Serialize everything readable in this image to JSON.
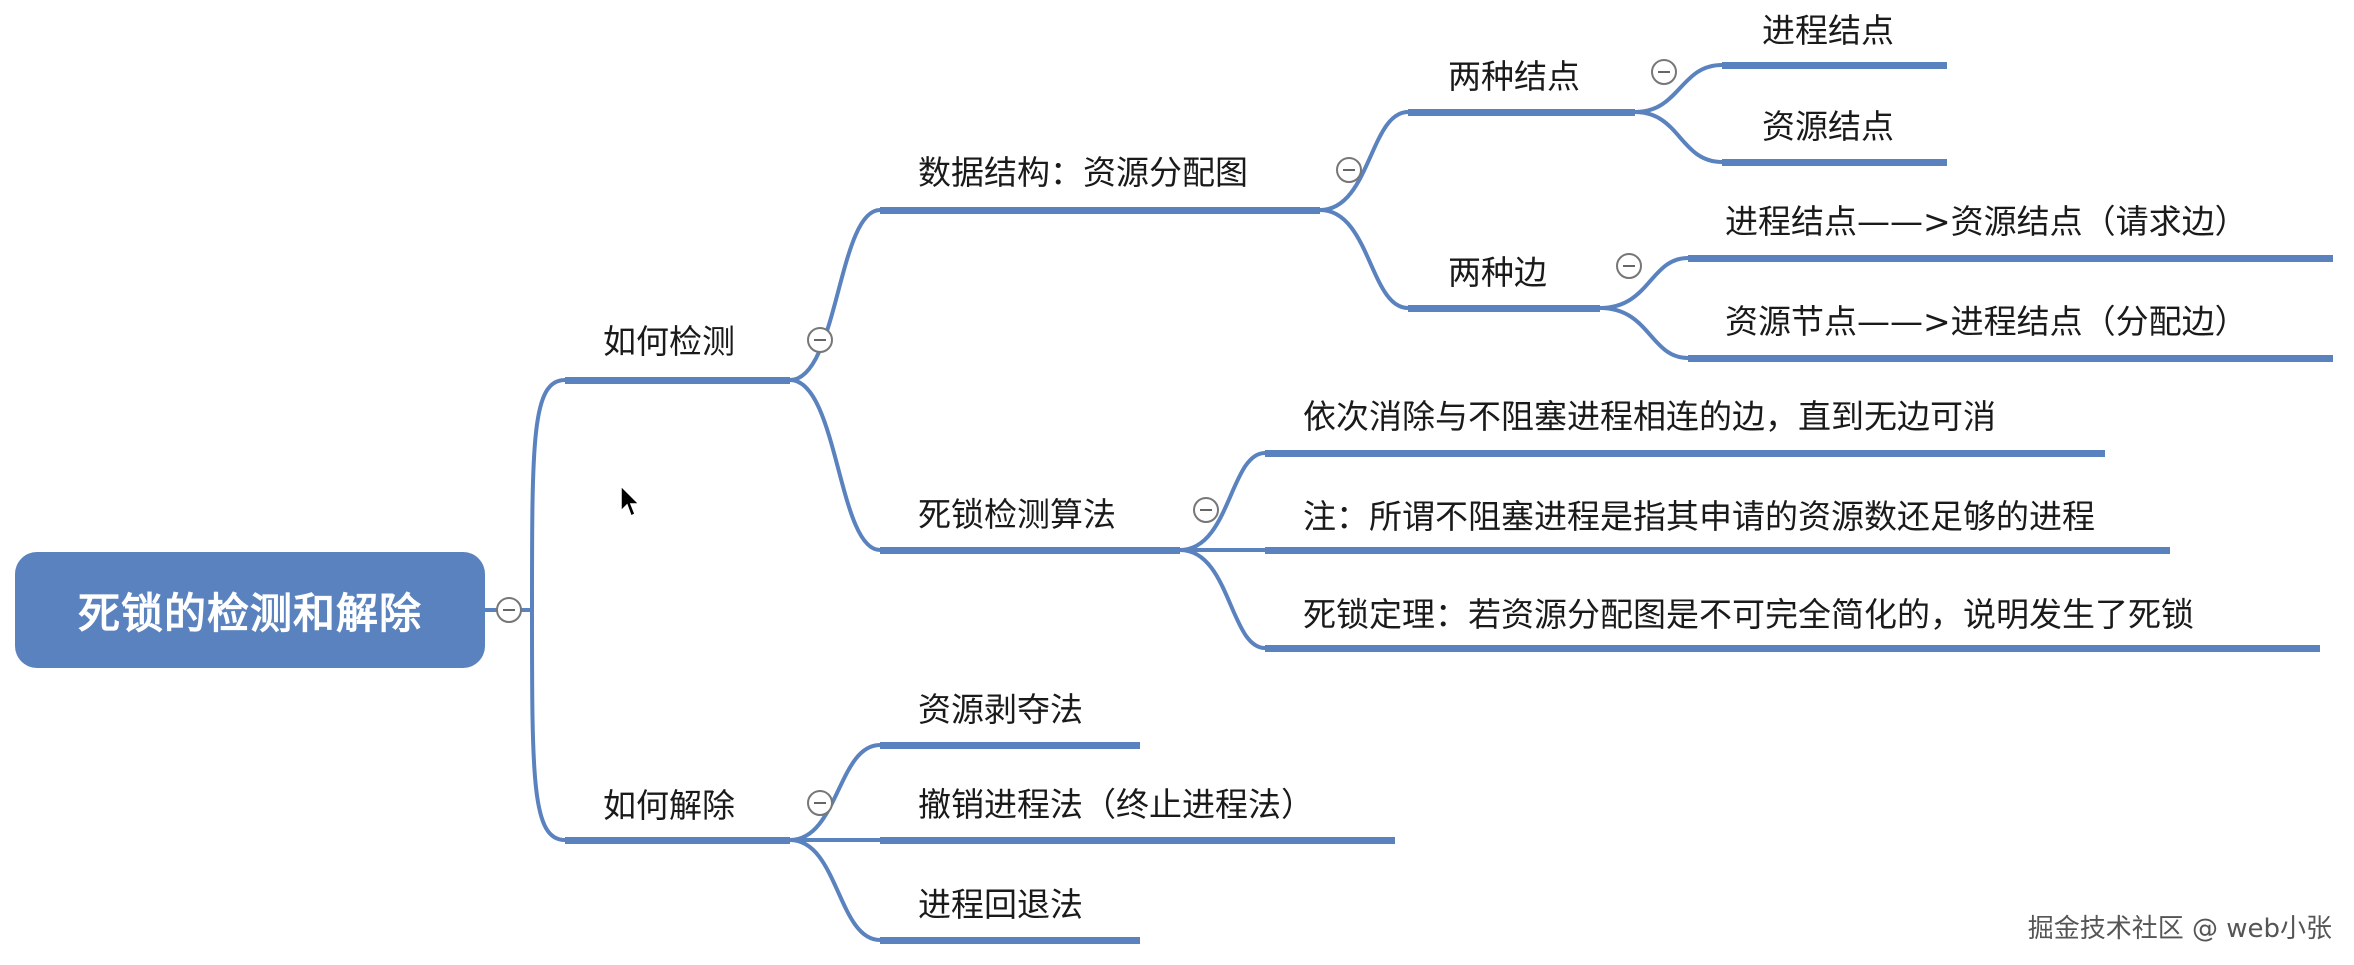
{
  "root": {
    "label": "死锁的检测和解除"
  },
  "detect": {
    "label": "如何检测",
    "data_structure": {
      "label": "数据结构：资源分配图",
      "node_kinds": {
        "label": "两种结点",
        "process": "进程结点",
        "resource": "资源结点"
      },
      "edge_kinds": {
        "label": "两种边",
        "request": "进程结点——>资源结点（请求边）",
        "assign": "资源节点——>进程结点（分配边）"
      }
    },
    "algorithm": {
      "label": "死锁检测算法",
      "step": "依次消除与不阻塞进程相连的边，直到无边可消",
      "note": "注：所谓不阻塞进程是指其申请的资源数还足够的进程",
      "theorem": "死锁定理：若资源分配图是不可完全简化的，说明发生了死锁"
    }
  },
  "resolve": {
    "label": "如何解除",
    "preempt": "资源剥夺法",
    "terminate": "撤销进程法（终止进程法）",
    "rollback": "进程回退法"
  },
  "watermark": "掘金技术社区 @ web小张",
  "colors": {
    "line": "#5a82be",
    "root_fill": "#5a82be",
    "text": "#1a1a1a"
  }
}
